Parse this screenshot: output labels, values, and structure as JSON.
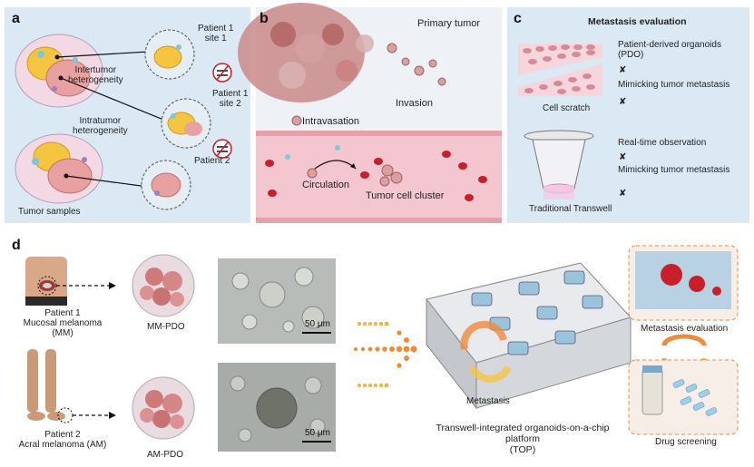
{
  "panels": {
    "a": {
      "label": "a",
      "patient1_site1": "Patient 1\nsite 1",
      "intertumor": "Intertumor\nheterogeneity",
      "patient1_site2": "Patient 1\nsite 2",
      "intratumor": "Intratumor\nheterogeneity",
      "patient2": "Patient 2",
      "tumor_samples": "Tumor samples"
    },
    "b": {
      "label": "b",
      "primary_tumor": "Primary tumor",
      "invasion": "Invasion",
      "intravasation": "Intravasation",
      "circulation": "Circulation",
      "tumor_cell_cluster": "Tumor cell cluster"
    },
    "c": {
      "label": "c",
      "title": "Metastasis evaluation",
      "pdo": "Patient-derived organoids\n(PDO)",
      "mimicking1": "Mimicking tumor metastasis",
      "cell_scratch": "Cell scratch",
      "realtime": "Real-time observation",
      "mimicking2": "Mimicking tumor metastasis",
      "transwell": "Traditional Transwell",
      "cross": "✘"
    },
    "d": {
      "label": "d",
      "patient1": "Patient 1\nMucosal melanoma (MM)",
      "patient2": "Patient 2\nAcral melanoma (AM)",
      "mm_pdo": "MM-PDO",
      "am_pdo": "AM-PDO",
      "scale1": "50 μm",
      "scale2": "50 μm",
      "metastasis": "Metastasis",
      "platform": "Transwell-integrated organoids-on-a-chip platform\n(TOP)",
      "metastasis_eval": "Metastasis evaluation",
      "drug_screening": "Drug screening"
    }
  },
  "colors": {
    "panel_bg": "#dbe9f4",
    "tumor_pink": "#e8a0a0",
    "tumor_yellow": "#f5c542",
    "blood_red": "#c8202a",
    "vessel_pink": "#f4c6cf",
    "arrow_orange": "#f08a3c"
  }
}
